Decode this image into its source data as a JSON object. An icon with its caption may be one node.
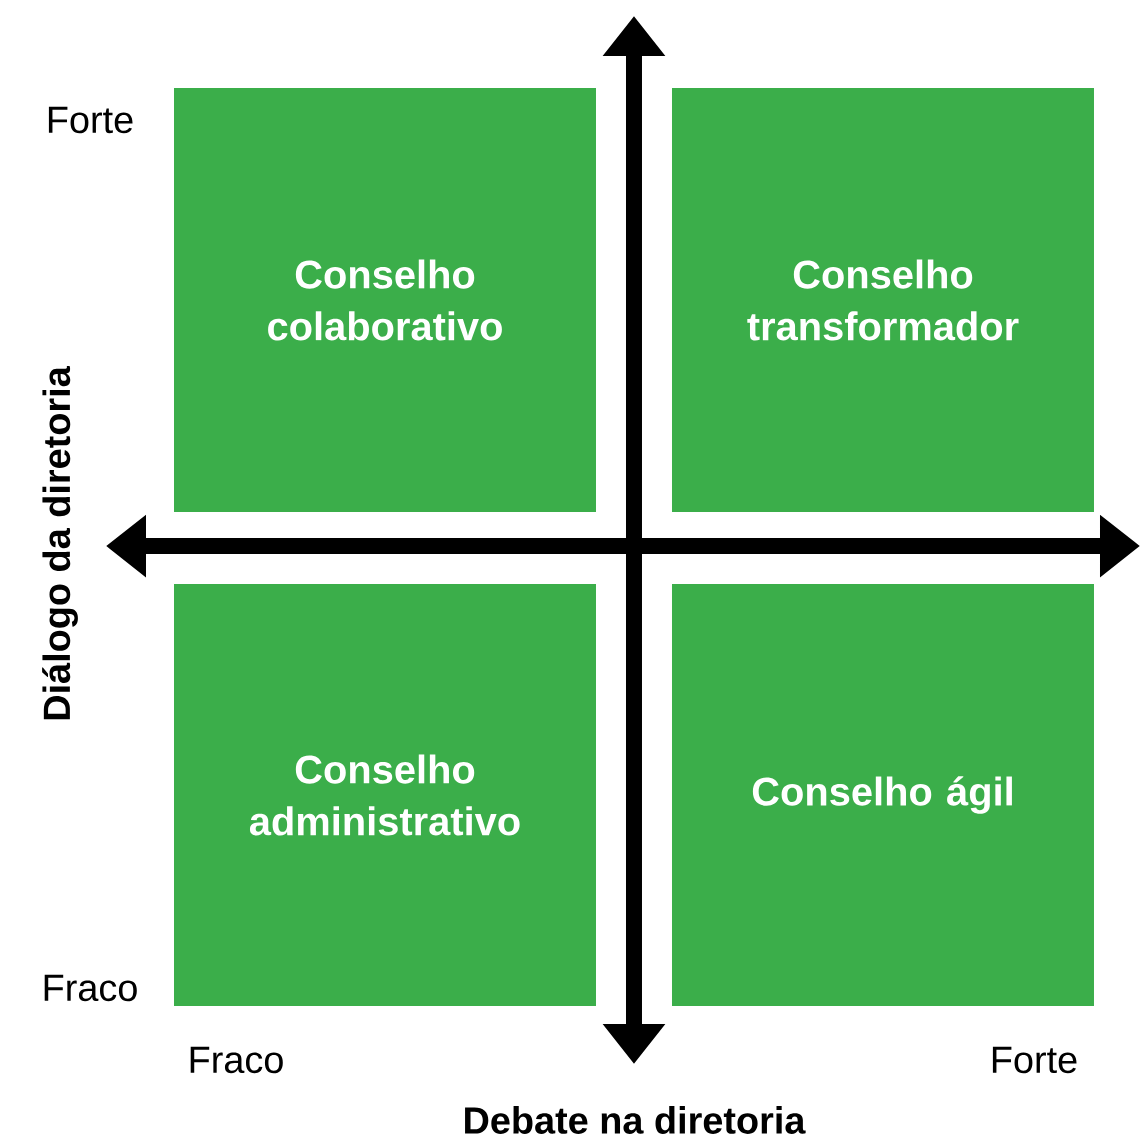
{
  "diagram": {
    "nodes": [
      {
        "text": [
          "Conselho colaborativo"
        ]
      },
      {
        "text": [
          "Conselho transformador"
        ]
      },
      {
        "text": [
          "Conselho administrativo"
        ]
      },
      {
        "text": [
          "Conselho ágil"
        ]
      }
    ],
    "labels": [
      "Forte",
      "Diálogo da diretoria",
      "Fraco",
      "Fraco",
      "Forte",
      "Debate na diretoria"
    ]
  }
}
